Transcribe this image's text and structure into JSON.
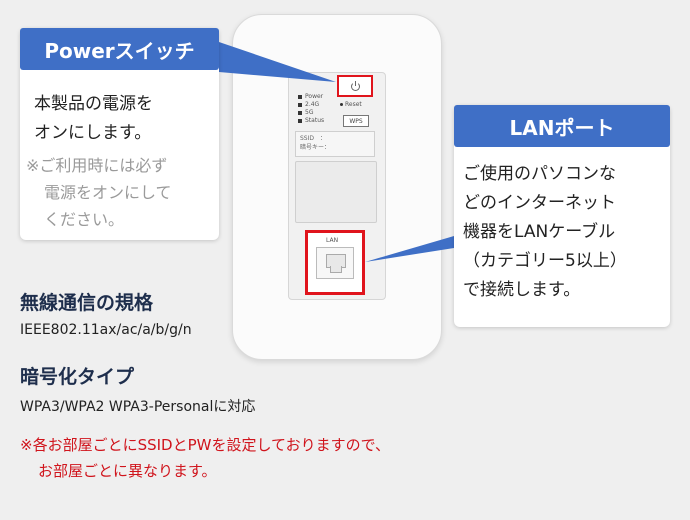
{
  "device": {
    "led_labels": [
      "Power",
      "2.4G",
      "5G",
      "Status"
    ],
    "reset_label": "Reset",
    "wps_label": "WPS",
    "ssid_lines": [
      "SSID　：",
      "暗号キー："
    ],
    "lan_port_label": "LAN"
  },
  "power_callout": {
    "title": "Powerスイッチ",
    "body": [
      "本製品の電源を",
      "オンにします。"
    ],
    "note": [
      "※ご利用時には必ず",
      "電源をオンにして",
      "ください。"
    ]
  },
  "lan_callout": {
    "title": "LANポート",
    "body": [
      "ご使用のパソコンな",
      "どのインターネット",
      "機器をLANケーブル",
      "（カテゴリー5以上）",
      "で接続します。"
    ]
  },
  "specs": {
    "wireless_heading": "無線通信の規格",
    "wireless_value": "IEEE802.11ax/ac/a/b/g/n",
    "encryption_heading": "暗号化タイプ",
    "encryption_value": "WPA3/WPA2 WPA3-Personalに対応"
  },
  "footnote": [
    "※各お部屋ごとにSSIDとPWを設定しておりますので、",
    "お部屋ごとに異なります。"
  ],
  "colors": {
    "accent_blue": "#3f6fc6",
    "highlight_red": "#e0141c",
    "note_red": "#d0141c"
  }
}
